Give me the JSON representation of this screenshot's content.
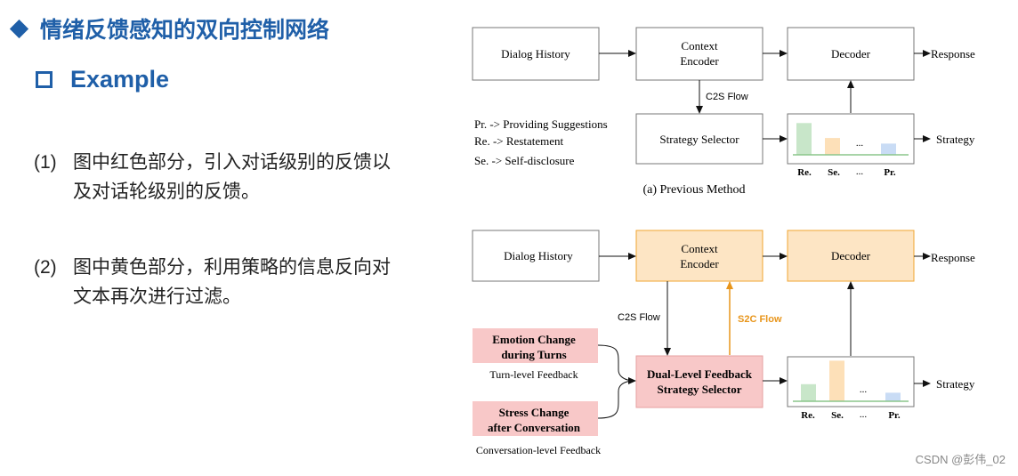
{
  "header": {
    "title": "情绪反馈感知的双向控制网络",
    "section": "Example"
  },
  "notes": [
    {
      "num": "(1)",
      "line1": "图中红色部分，引入对话级别的反馈以",
      "line2": "及对话轮级别的反馈。"
    },
    {
      "num": "(2)",
      "line1": "图中黄色部分，利用策略的信息反向对",
      "line2": "文本再次进行过滤。"
    }
  ],
  "diagram_top": {
    "dialog_history": "Dialog History",
    "context_encoder_l1": "Context",
    "context_encoder_l2": "Encoder",
    "decoder": "Decoder",
    "response": "Response",
    "c2s_flow": "C2S Flow",
    "strategy_selector": "Strategy Selector",
    "strategy": "Strategy",
    "legend_pr": "Pr.  -> Providing Suggestions",
    "legend_re": "Re. -> Restatement",
    "legend_se": "Se. -> Self-disclosure",
    "bar_labels": [
      "Re.",
      "Se.",
      "...",
      "Pr."
    ],
    "bar_values": [
      0.85,
      0.45,
      0.3
    ],
    "dots": "...",
    "caption": "(a) Previous Method"
  },
  "diagram_bottom": {
    "dialog_history": "Dialog History",
    "context_encoder_l1": "Context",
    "context_encoder_l2": "Encoder",
    "decoder": "Decoder",
    "response": "Response",
    "c2s_flow": "C2S Flow",
    "s2c_flow": "S2C Flow",
    "emotion_l1": "Emotion Change",
    "emotion_l2": "during Turns",
    "turn_feedback": "Turn-level Feedback",
    "stress_l1": "Stress Change",
    "stress_l2": "after Conversation",
    "conv_feedback": "Conversation-level Feedback",
    "dual_l1": "Dual-Level  Feedback",
    "dual_l2": "Strategy Selector",
    "strategy": "Strategy",
    "bar_labels": [
      "Re.",
      "Se.",
      "...",
      "Pr."
    ],
    "bar_values": [
      0.4,
      0.95,
      0.2
    ],
    "dots": "..."
  },
  "colors": {
    "accent_blue": "#1f5fa8",
    "yellow_fill": "#fde5c4",
    "yellow_stroke": "#f0a530",
    "red_fill": "#f8c8c8",
    "s2c_orange": "#e8951a",
    "bar_green": "#c8e6c9",
    "bar_orange": "#fde0b8",
    "bar_blue": "#c9dcf5"
  },
  "watermark": "CSDN @彭伟_02"
}
